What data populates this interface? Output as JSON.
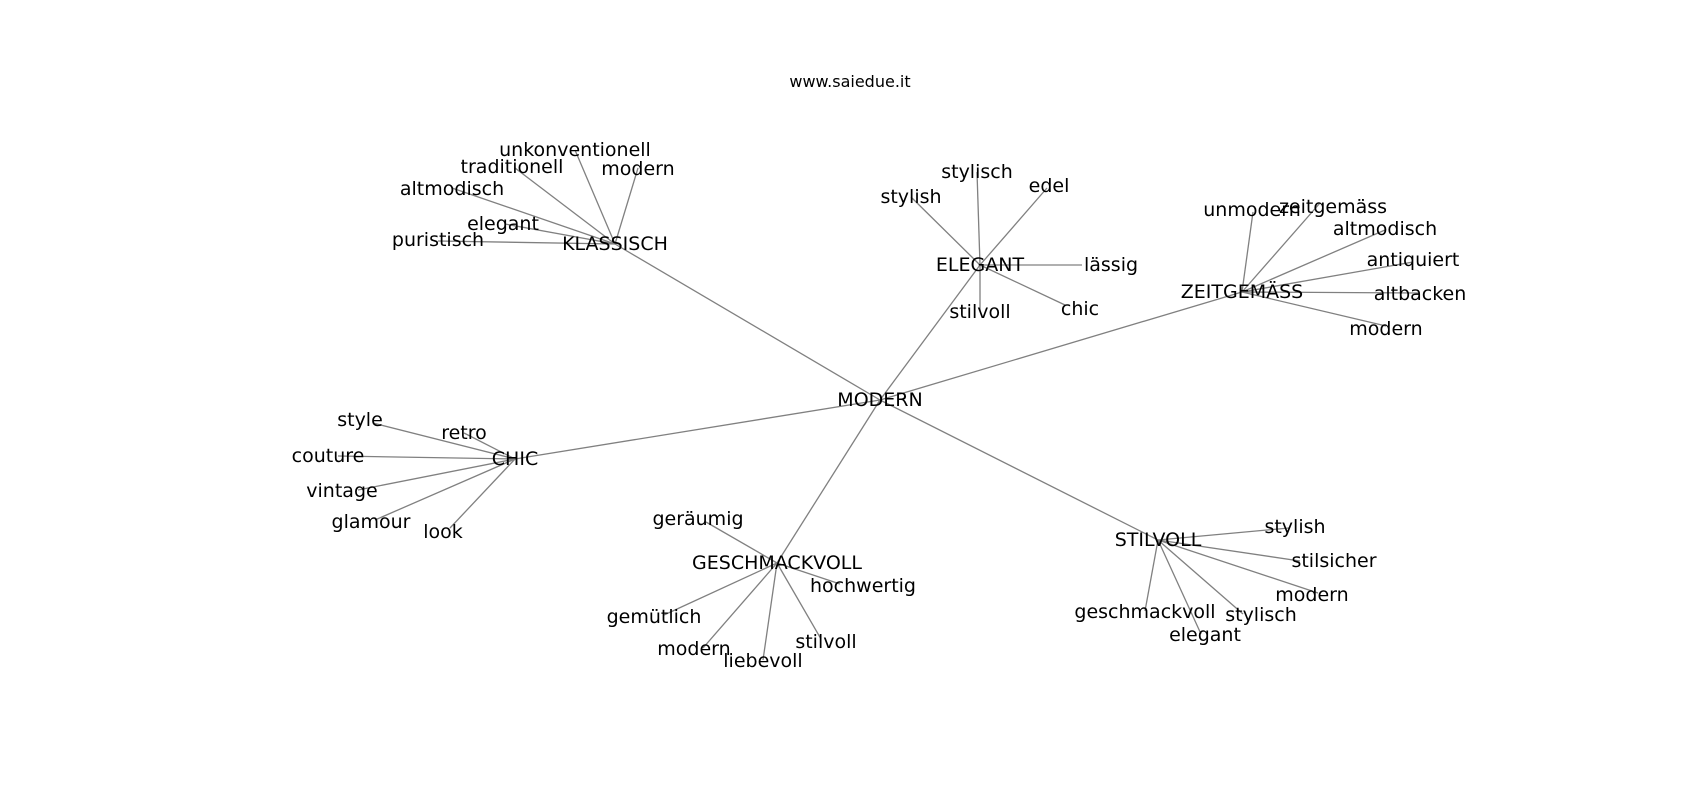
{
  "source": "www.saiedue.it",
  "graph": {
    "root": "MODERN",
    "clusters": [
      {
        "hub": "KLASSISCH",
        "leaves": [
          "unkonventionell",
          "traditionell",
          "modern",
          "altmodisch",
          "elegant",
          "puristisch"
        ]
      },
      {
        "hub": "ELEGANT",
        "leaves": [
          "stylisch",
          "edel",
          "stylish",
          "lässig",
          "stilvoll",
          "chic"
        ]
      },
      {
        "hub": "ZEITGEMÄSS",
        "leaves": [
          "unmodern",
          "zeitgemäss",
          "altmodisch",
          "antiquiert",
          "altbacken",
          "modern"
        ]
      },
      {
        "hub": "CHIC",
        "leaves": [
          "style",
          "retro",
          "couture",
          "vintage",
          "glamour",
          "look"
        ]
      },
      {
        "hub": "GESCHMACKVOLL",
        "leaves": [
          "geräumig",
          "hochwertig",
          "gemütlich",
          "stilvoll",
          "modern",
          "liebevoll"
        ]
      },
      {
        "hub": "STILVOLL",
        "leaves": [
          "stylish",
          "stilsicher",
          "modern",
          "geschmackvoll",
          "stylisch",
          "elegant"
        ]
      }
    ]
  }
}
